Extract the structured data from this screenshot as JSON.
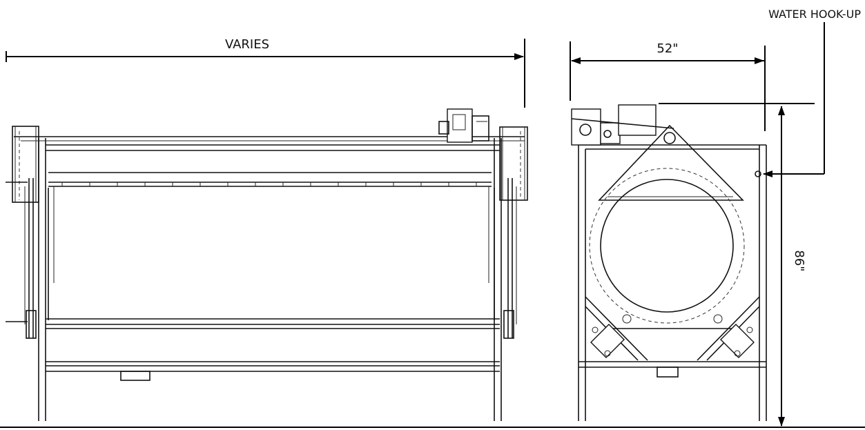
{
  "labels": {
    "varies": "VARIES",
    "width": "52\"",
    "height": "86\"",
    "water": "WATER HOOK-UP"
  },
  "colors": {
    "line": "#111111",
    "background": "#ffffff"
  }
}
